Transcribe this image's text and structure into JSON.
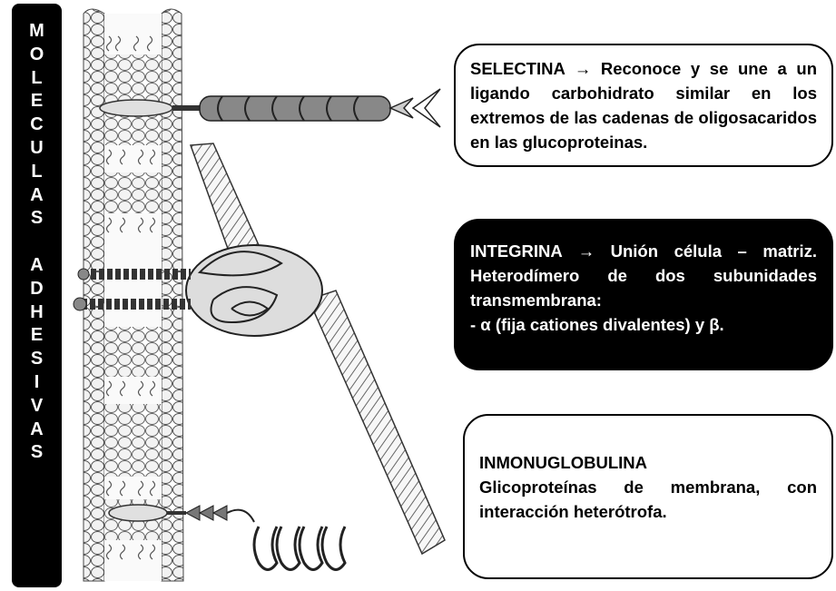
{
  "sidebar": {
    "letters": [
      "M",
      "O",
      "L",
      "E",
      "C",
      "U",
      "L",
      "A",
      "S",
      " ",
      "A",
      "D",
      "H",
      "E",
      "S",
      "I",
      "V",
      "A",
      "S"
    ]
  },
  "boxes": {
    "selectina": {
      "text": "SELECTINA → Reconoce y se une a un ligando carbohidrato similar en los extremos de las cadenas de oligosacaridos en las glucoproteinas."
    },
    "integrina": {
      "line1": "INTEGRINA → Unión célula – matriz. Heterodímero de dos subunidades transmembrana:",
      "line2": "- α (fija cationes divalentes) y β."
    },
    "inmunoglobulina": {
      "title": "INMONUGLOBULINA",
      "text": "Glicoproteínas de membrana, con interacción heterótrofa."
    }
  },
  "colors": {
    "box_dark": "#000000",
    "box_light": "#ffffff",
    "ink": "#000000"
  }
}
